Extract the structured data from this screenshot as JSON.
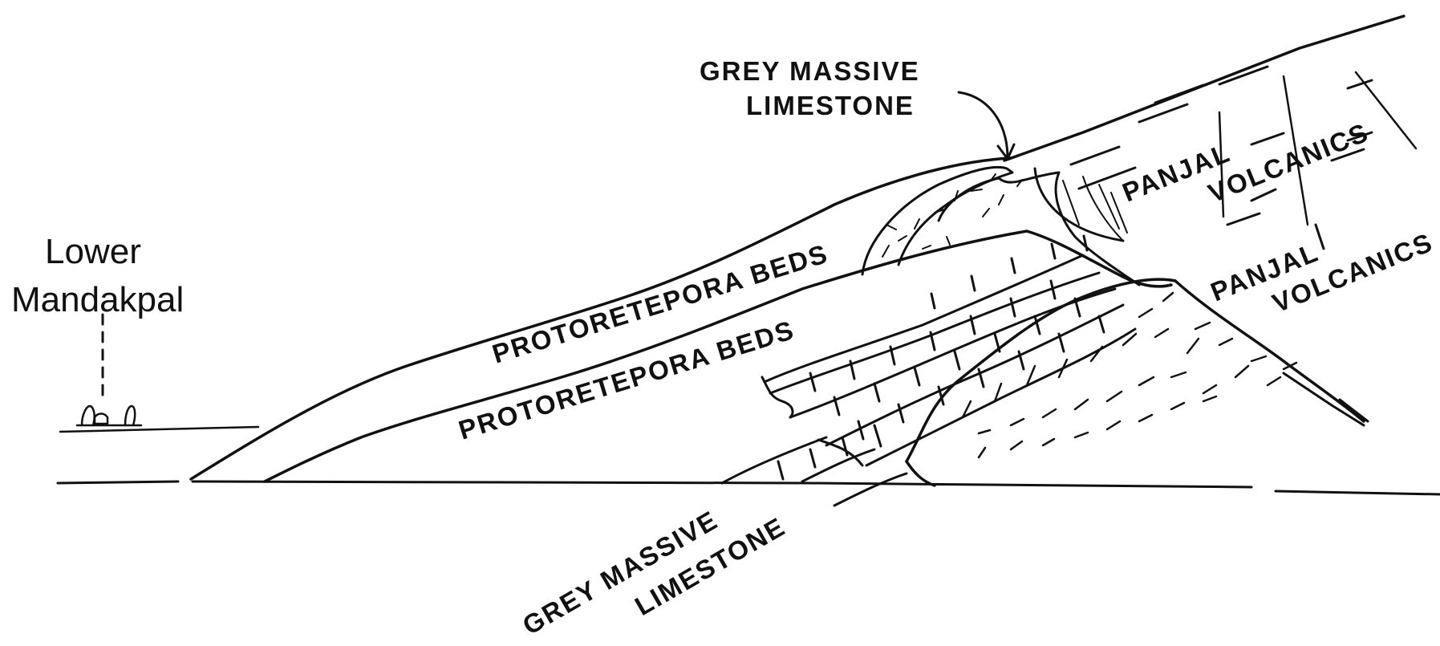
{
  "figure": {
    "locality": {
      "line1": "Lower",
      "line2": "Mandakpal"
    },
    "labels": {
      "grey_massive_limestone_top_line1": "GREY MASSIVE",
      "grey_massive_limestone_top_line2": "LIMESTONE",
      "protoretepora_beds_upper": "PROTORETEPORA BEDS",
      "protoretepora_beds_lower": "PROTORETEPORA BEDS",
      "panjal_volcanics_upper_panjal": "PANJAL",
      "panjal_volcanics_upper_volcanics": "VOLCANICS",
      "panjal_volcanics_lower_panjal": "PANJAL",
      "panjal_volcanics_lower_volcanics": "VOLCANICS",
      "grey_massive_limestone_bottom_line1": "GREY MASSIVE",
      "grey_massive_limestone_bottom_line2": "LIMESTONE"
    },
    "colors": {
      "ink": "#111111",
      "paper": "#ffffff"
    }
  }
}
